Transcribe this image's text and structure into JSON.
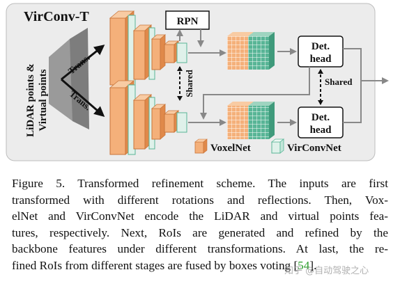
{
  "figure": {
    "title": "VirConv-T",
    "input_label_line1": "LiDAR points &",
    "input_label_line2": "Virtual points",
    "trans_top": "Trans.",
    "trans_bottom": "Trans.",
    "rpn": "RPN",
    "shared_left": "Shared",
    "shared_right": "Shared",
    "det_head_top": [
      "Det.",
      "head"
    ],
    "det_head_bottom": [
      "Det.",
      "head"
    ],
    "legend": {
      "voxelnet": "VoxelNet",
      "virconvnet": "VirConvNet"
    },
    "colors": {
      "panel_bg": "#ececec",
      "voxel_orange": "#f4b07a",
      "voxel_orange_dark": "#e0894a",
      "virconv_green": "#58b596",
      "virconv_green_light": "#dff1ea",
      "wedge_gray": "#9a9a9a",
      "arrow_gray": "#888888"
    }
  },
  "caption": {
    "lines": [
      "Figure 5.  Transformed refinement scheme.  The inputs are first",
      "transformed with different rotations and reflections.  Then, Vox-",
      "elNet and VirConvNet encode the LiDAR and virtual points fea-",
      "tures, respectively.  Next, RoIs are generated and refined by the",
      "backbone features under different transformations. At last, the re-",
      "fined RoIs from different stages are fused by boxes voting ["
    ],
    "ref": "54",
    "end": "]."
  },
  "watermark": "知乎 @自动驾驶之心"
}
